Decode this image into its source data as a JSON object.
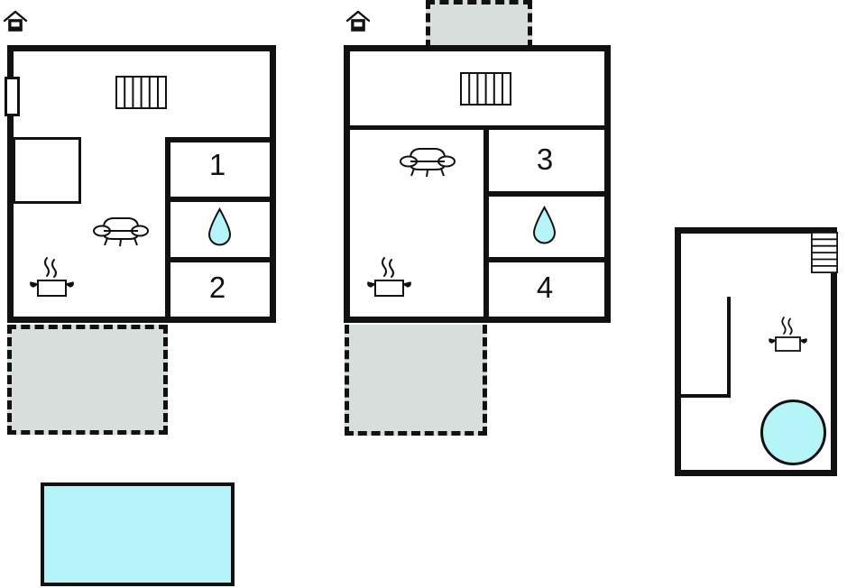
{
  "document": {
    "kind": "floor-plan",
    "title": "Holiday home floor plans",
    "plan_count": 3
  },
  "palette": {
    "wall": "#111111",
    "water": "#b5f4f9",
    "terrace_fill": "#d7dedc",
    "background": "#ffffff"
  },
  "plans": [
    {
      "id": "plan-1",
      "name": "ground-floor-left",
      "orientation_icon": "house-north-icon",
      "rooms": [
        {
          "label": "1",
          "name": "room-1"
        },
        {
          "label": "2",
          "name": "room-2"
        }
      ],
      "icons": [
        {
          "name": "stairs-icon",
          "label": "stairs"
        },
        {
          "name": "sofa-icon",
          "label": "sofa"
        },
        {
          "name": "stove-pot-icon",
          "label": "kitchen"
        },
        {
          "name": "water-drop-icon",
          "label": "bathroom"
        },
        {
          "name": "window-icon",
          "label": "window"
        }
      ],
      "terrace": {
        "name": "terrace",
        "label": "terrace"
      }
    },
    {
      "id": "plan-2",
      "name": "ground-floor-middle",
      "orientation_icon": "house-north-icon",
      "rooms": [
        {
          "label": "3",
          "name": "room-3"
        },
        {
          "label": "4",
          "name": "room-4"
        }
      ],
      "icons": [
        {
          "name": "stairs-icon",
          "label": "stairs"
        },
        {
          "name": "sofa-icon",
          "label": "sofa"
        },
        {
          "name": "stove-pot-icon",
          "label": "kitchen"
        },
        {
          "name": "water-drop-icon",
          "label": "bathroom"
        }
      ],
      "terraces": [
        {
          "name": "terrace-top",
          "label": "terrace"
        },
        {
          "name": "terrace-bottom",
          "label": "terrace"
        }
      ]
    },
    {
      "id": "plan-3",
      "name": "basement-right",
      "orientation_icon": null,
      "rooms": [],
      "icons": [
        {
          "name": "stairs-icon",
          "label": "stairs"
        },
        {
          "name": "stove-pot-icon",
          "label": "kitchen"
        },
        {
          "name": "round-pool-icon",
          "label": "pool"
        }
      ]
    }
  ],
  "pool": {
    "name": "swimming-pool",
    "label": "pool"
  }
}
